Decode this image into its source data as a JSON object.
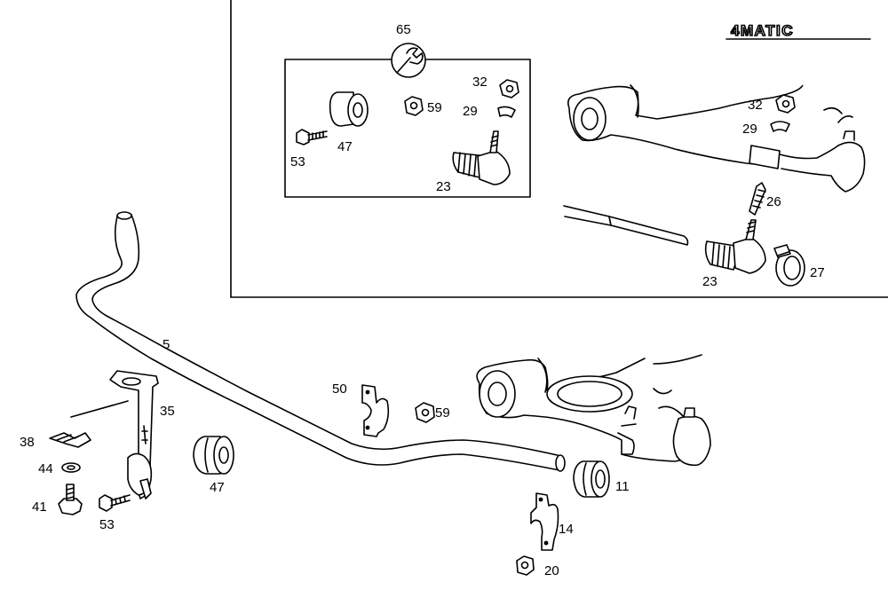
{
  "badge": "4MATIC",
  "callouts": {
    "c65": "65",
    "c32a": "32",
    "c59a": "59",
    "c29a": "29",
    "c53a": "53",
    "c47a": "47",
    "c23a": "23",
    "c32b": "32",
    "c29b": "29",
    "c26": "26",
    "c23b": "23",
    "c27": "27",
    "c5": "5",
    "c50": "50",
    "c59b": "59",
    "c35": "35",
    "c38": "38",
    "c44": "44",
    "c41": "41",
    "c53b": "53",
    "c47b": "47",
    "c11": "11",
    "c14": "14",
    "c20": "20"
  }
}
